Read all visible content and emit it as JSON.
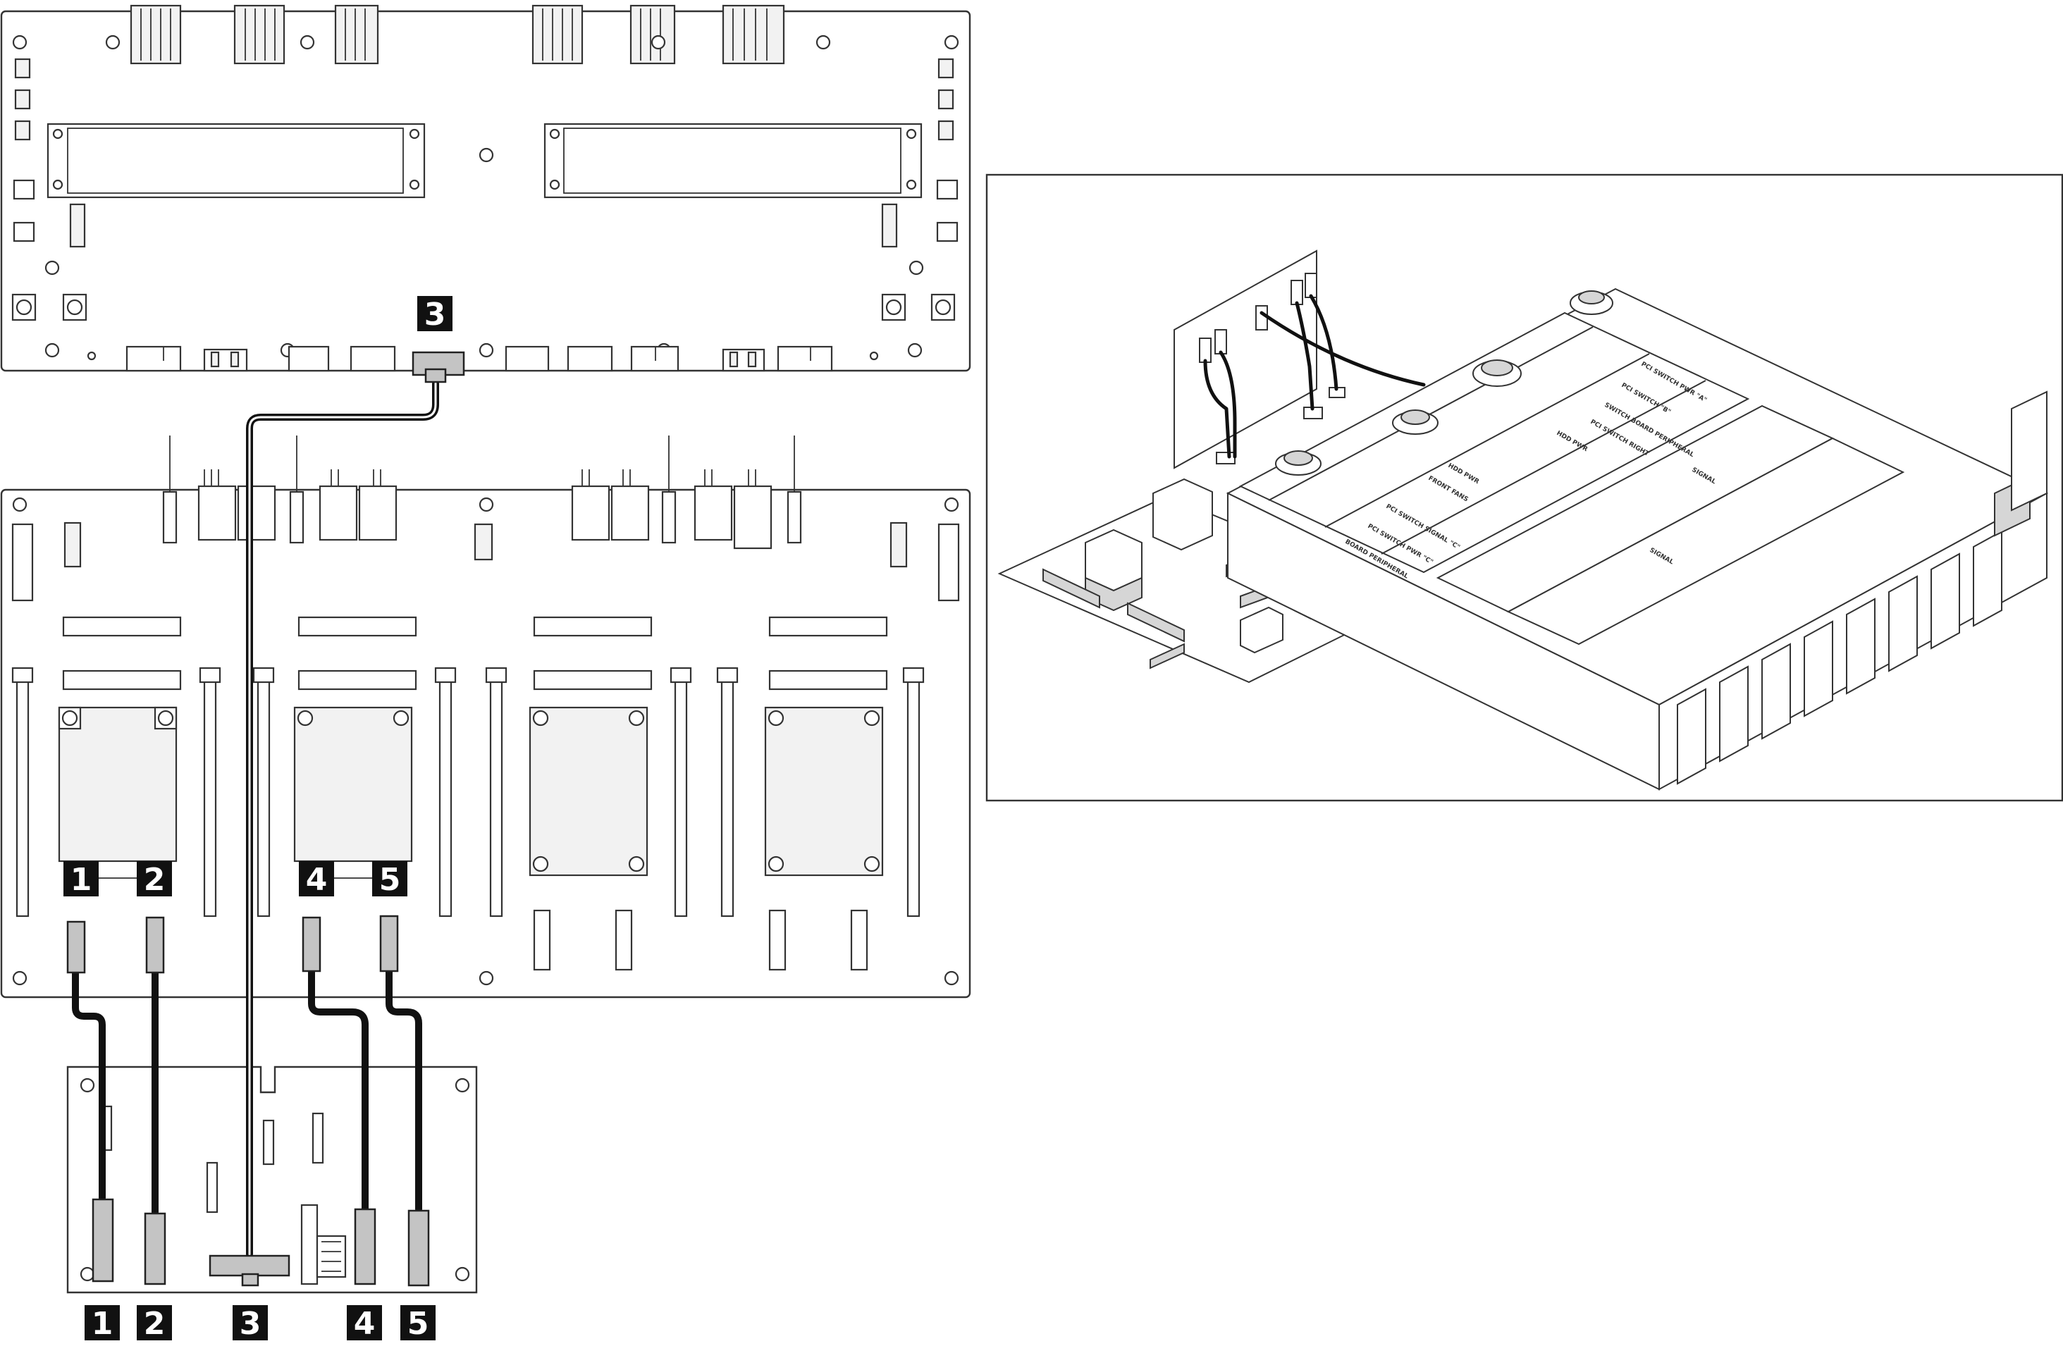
{
  "callouts": {
    "top": "3",
    "middle": [
      "1",
      "2",
      "4",
      "5"
    ],
    "bottom": [
      "1",
      "2",
      "3",
      "4",
      "5"
    ]
  },
  "inset": {
    "silkscreen": [
      "PCI SWITCH PWR \"A\"",
      "PCI SWITCH \"B\"",
      "SWITCH BOARD PERIPHERAL",
      "PCI SWITCH RIGHT",
      "HDD PWR",
      "FRONT FANS",
      "HDD PWR",
      "PCI SWITCH SIGNAL \"C\"",
      "PCI SWITCH PWR \"C\"",
      "BOARD PERIPHERAL",
      "SIGNAL",
      "SIGNAL"
    ]
  },
  "colors": {
    "cable": "#111111",
    "connector": "#c4c4c4",
    "badge": "#111111",
    "line": "#333333"
  }
}
